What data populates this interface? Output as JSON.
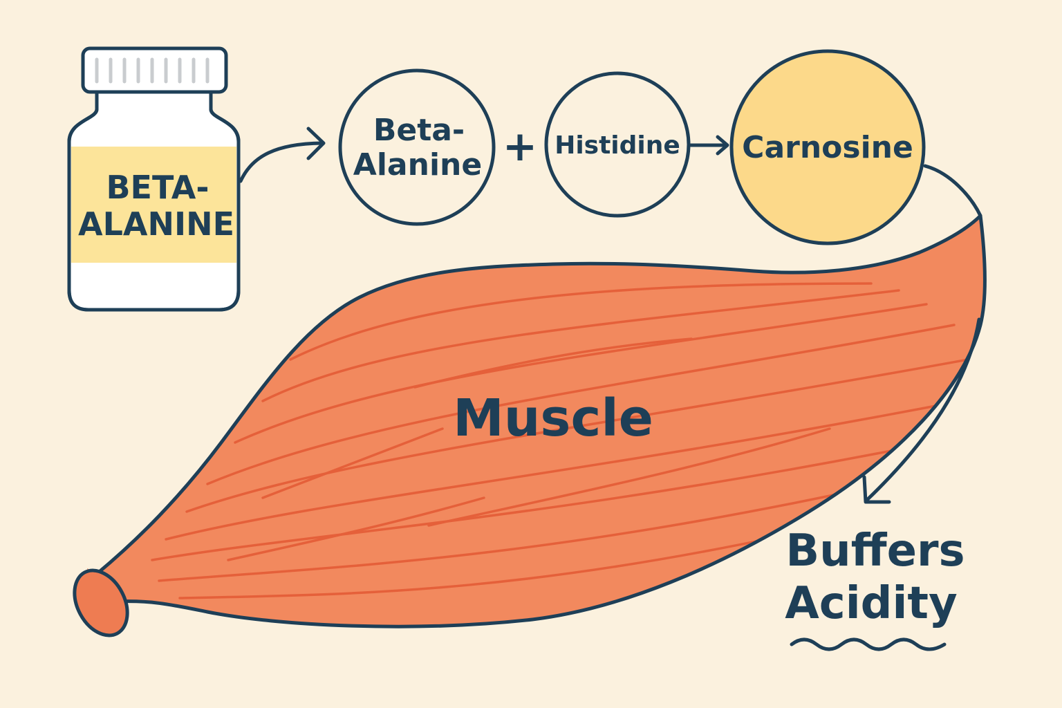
{
  "colors": {
    "background": "#FBF1DE",
    "outline": "#1E3F57",
    "bottle_fill": "#FFFFFF",
    "bottle_label": "#FCE49A",
    "cap_ridges": "#C9CCCF",
    "carnosine_fill": "#FCD98A",
    "muscle_fill": "#F2895E",
    "muscle_fiber": "#E5603A",
    "tendon_fill": "#EE7C52"
  },
  "icons": {
    "bottle": "supplement-bottle-icon",
    "muscle": "muscle-illustration"
  },
  "bottle": {
    "label_line1": "BETA-",
    "label_line2": "ALANINE"
  },
  "nodes": {
    "beta_alanine_line1": "Beta-",
    "beta_alanine_line2": "Alanine",
    "plus": "+",
    "histidine": "Histidine",
    "carnosine": "Carnosine"
  },
  "muscle": {
    "label": "Muscle"
  },
  "result": {
    "line1": "Buffers",
    "line2": "Acidity"
  }
}
